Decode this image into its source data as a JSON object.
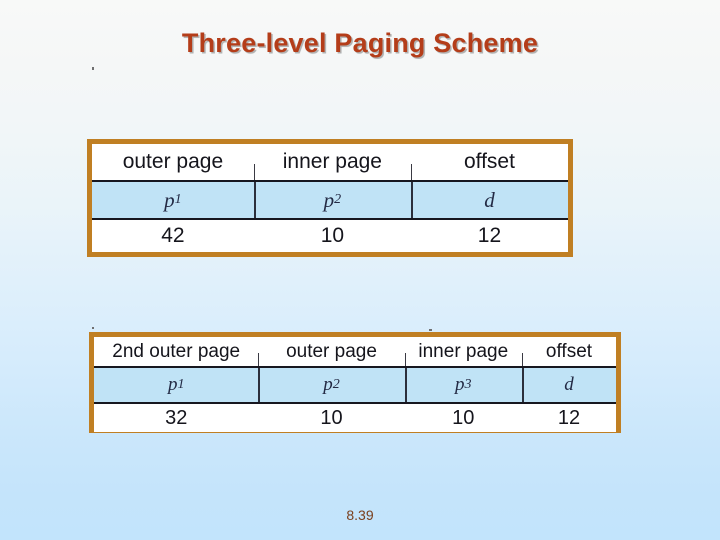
{
  "slide": {
    "title": "Three-level Paging Scheme",
    "footer": "8.39",
    "accent_color": "#b43d19",
    "table_border_color": "#c07f23",
    "symbol_row_color": "#c0e3f6",
    "background_top_color": "#f8f9f8",
    "background_bottom_color": "#c2e4fc"
  },
  "tables": [
    {
      "name": "three-level-paging-table",
      "columns": [
        {
          "header": "outer page",
          "symbol": "p",
          "subscript": "1",
          "bits": "42",
          "width_pct": 34.0
        },
        {
          "header": "inner page",
          "symbol": "p",
          "subscript": "2",
          "bits": "10",
          "width_pct": 33.0
        },
        {
          "header": "offset",
          "symbol": "d",
          "subscript": "",
          "bits": "12",
          "width_pct": 33.0
        }
      ]
    },
    {
      "name": "four-level-paging-table",
      "columns": [
        {
          "header": "2nd outer page",
          "symbol": "p",
          "subscript": "1",
          "bits": "32",
          "width_pct": 31.5
        },
        {
          "header": "outer page",
          "symbol": "p",
          "subscript": "2",
          "bits": "10",
          "width_pct": 28.0
        },
        {
          "header": "inner page",
          "symbol": "p",
          "subscript": "3",
          "bits": "10",
          "width_pct": 22.5
        },
        {
          "header": "offset",
          "symbol": "d",
          "subscript": "",
          "bits": "12",
          "width_pct": 18.0
        }
      ]
    }
  ]
}
